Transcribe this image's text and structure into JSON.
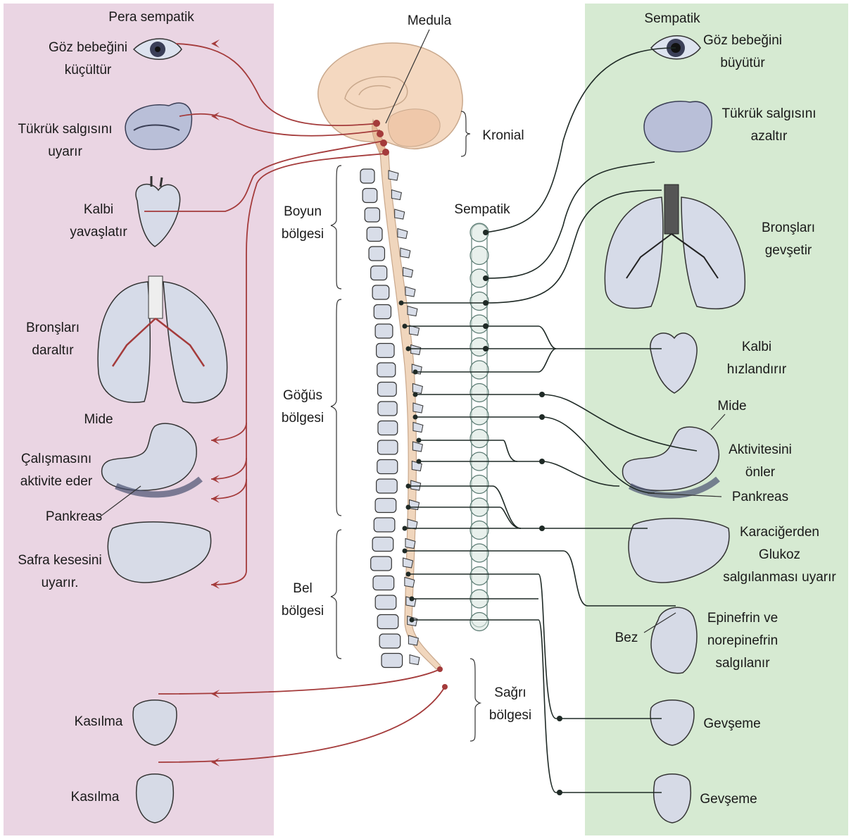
{
  "colors": {
    "parasympathetic_panel": "#ead5e3",
    "sympathetic_panel": "#d6ead2",
    "parasympathetic_nerve": "#a43b3b",
    "sympathetic_nerve": "#1f2a26",
    "brain": "#f4d8c0",
    "vertebra": "#d8dde8",
    "chain_ganglion": "#d9e6e0"
  },
  "headers": {
    "parasympathetic": "Pera sempatik",
    "sympathetic": "Sempatik",
    "sympathetic_chain": "Sempatik",
    "medulla": "Medula"
  },
  "regions": {
    "cranial": "Kronial",
    "cervical": [
      "Boyun",
      "bölgesi"
    ],
    "thoracic": [
      "Göğüs",
      "bölgesi"
    ],
    "lumbar": [
      "Bel",
      "bölgesi"
    ],
    "sacral": [
      "Sağrı",
      "bölgesi"
    ]
  },
  "parasympathetic_effects": {
    "eye": [
      "Göz bebeğini",
      "küçültür"
    ],
    "salivary": [
      "Tükrük salgısını",
      "uyarır"
    ],
    "heart": [
      "Kalbi",
      "yavaşlatır"
    ],
    "lungs": [
      "Bronşları",
      "daraltır"
    ],
    "stomach_title": "Mide",
    "stomach": [
      "Çalışmasını",
      "aktivite eder"
    ],
    "pancreas": "Pankreas",
    "gallbladder": [
      "Safra kesesini",
      "uyarır."
    ],
    "bladder": "Kasılma",
    "genitals": "Kasılma"
  },
  "sympathetic_effects": {
    "eye": [
      "Göz bebeğini",
      "büyütür"
    ],
    "salivary": [
      "Tükrük salgısını",
      "azaltır"
    ],
    "lungs": [
      "Bronşları",
      "gevşetir"
    ],
    "heart": [
      "Kalbi",
      "hızlandırır"
    ],
    "stomach_title": "Mide",
    "stomach": [
      "Aktivitesini",
      "önler"
    ],
    "pancreas": "Pankreas",
    "liver": [
      "Karaciğerden",
      "Glukoz",
      "salgılanması uyarır"
    ],
    "gland": "Bez",
    "adrenal": [
      "Epinefrin ve",
      "norepinefrin",
      "salgılanır"
    ],
    "bladder": "Gevşeme",
    "genitals": "Gevşeme"
  }
}
